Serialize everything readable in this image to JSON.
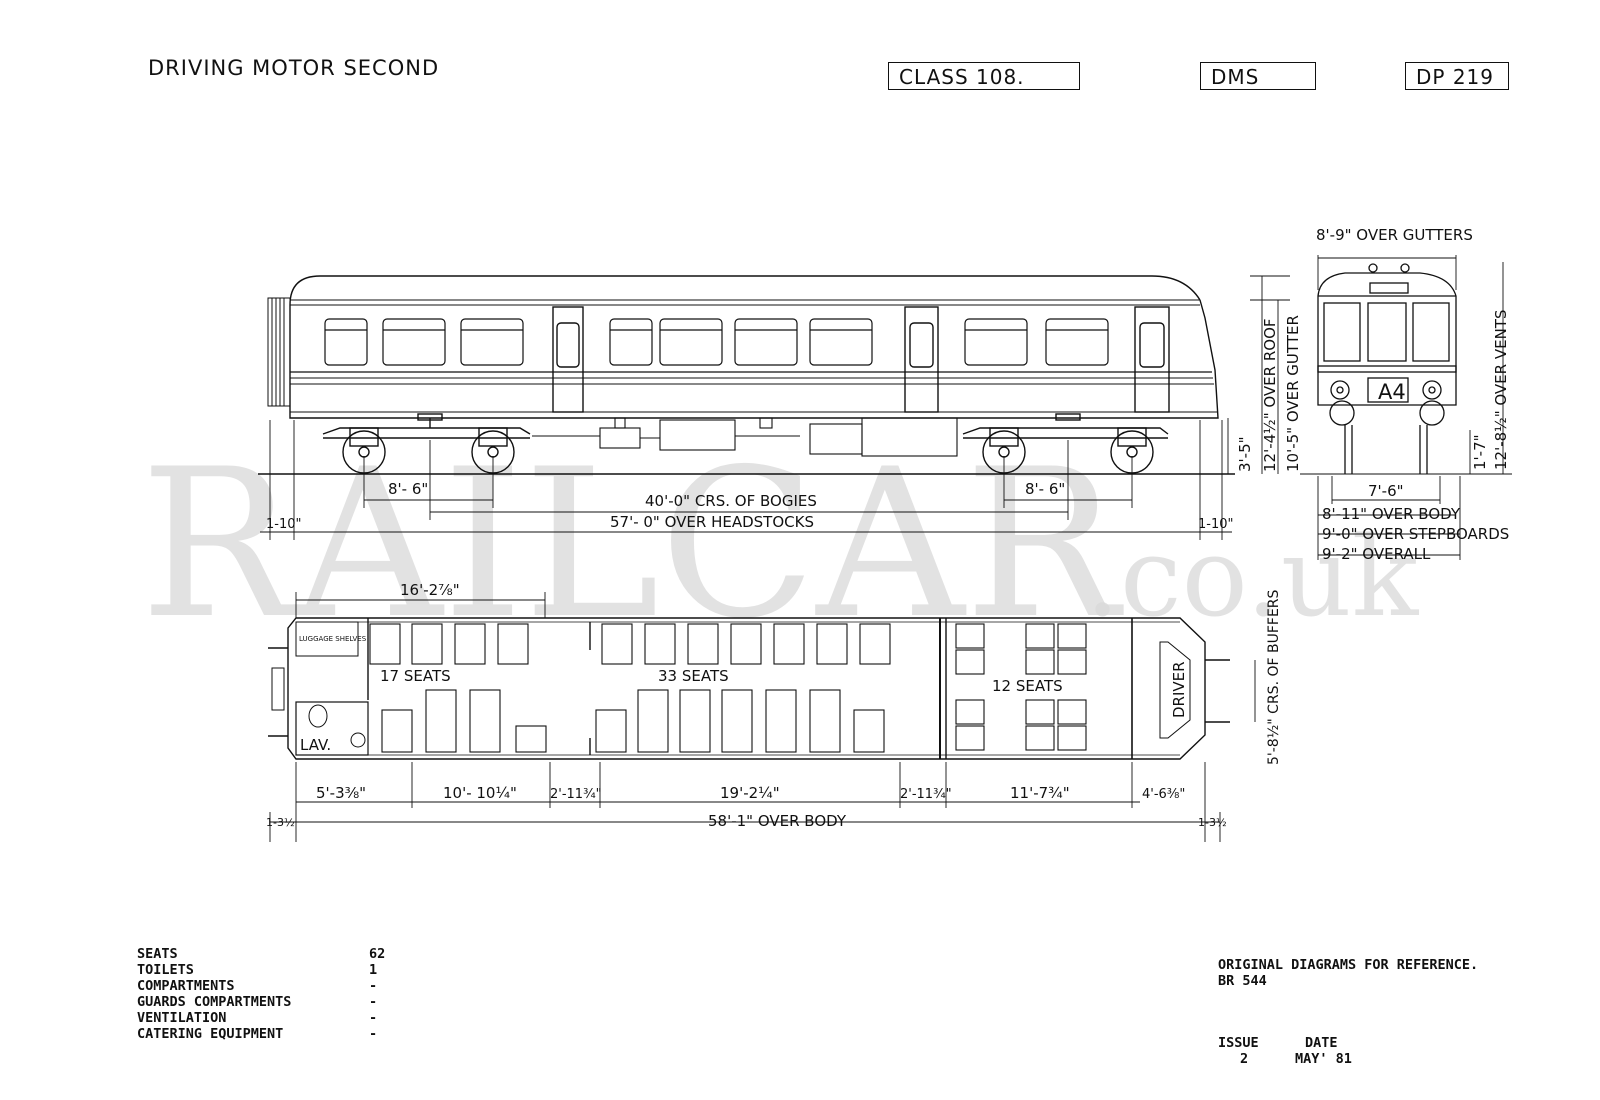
{
  "header": {
    "title": "DRIVING MOTOR SECOND",
    "class_label": "CLASS 108.",
    "type_code": "DMS",
    "diagram_number": "DP 219"
  },
  "watermark": {
    "main": "RAILCAR",
    "suffix": ".co.uk",
    "color": "#d9d9d9"
  },
  "side_elevation": {
    "bogie_wheelbase_left": "8'- 6\"",
    "bogie_wheelbase_right": "8'- 6\"",
    "bogie_centres": "40'-0\" CRS. OF BOGIES",
    "over_headstocks": "57'- 0\" OVER HEADSTOCKS",
    "overhang_left": "1-10\"",
    "overhang_right": "1-10\"",
    "headstock_height": "3'-5\"",
    "over_roof": "12'-4½\" OVER ROOF",
    "over_gutter": "10'-5\" OVER GUTTER"
  },
  "end_elevation": {
    "over_gutters": "8'-9\" OVER GUTTERS",
    "headcode": "A4",
    "track_gauge_width": "7'-6\"",
    "over_body": "8'-11\" OVER BODY",
    "over_stepboards": "9'-0\" OVER STEPBOARDS",
    "overall": "9'-2\" OVERALL",
    "step_height": "1'-7\"",
    "over_vents": "12'-8½\" OVER VENTS"
  },
  "plan": {
    "top_dimension": "16'-2⅞\"",
    "luggage_label": "LUGGAGE SHELVES",
    "seat_group_1": "17 SEATS",
    "seat_group_2": "33 SEATS",
    "seat_group_3": "12 SEATS",
    "lav_label": "LAV.",
    "driver_label": "DRIVER",
    "buffer_centres": "5'-8½\" CRS. OF BUFFERS",
    "dimensions": [
      "5'-3⅜\"",
      "10'- 10¼\"",
      "2'-11¾\"",
      "19'-2¼\"",
      "2'-11¾\"",
      "11'-7¾\"",
      "4'-6⅜\""
    ],
    "end_left": "1-3½",
    "end_right": "1-3½",
    "over_body": "58'-1\" OVER BODY"
  },
  "specs": [
    {
      "label": "SEATS",
      "value": "62"
    },
    {
      "label": "TOILETS",
      "value": "1"
    },
    {
      "label": "COMPARTMENTS",
      "value": "-"
    },
    {
      "label": "GUARDS COMPARTMENTS",
      "value": "-"
    },
    {
      "label": "VENTILATION",
      "value": "-"
    },
    {
      "label": "CATERING EQUIPMENT",
      "value": "-"
    }
  ],
  "reference": {
    "line1": "ORIGINAL DIAGRAMS FOR REFERENCE.",
    "line2": "BR 544",
    "issue_label": "ISSUE",
    "issue_value": "2",
    "date_label": "DATE",
    "date_value": "MAY' 81"
  }
}
